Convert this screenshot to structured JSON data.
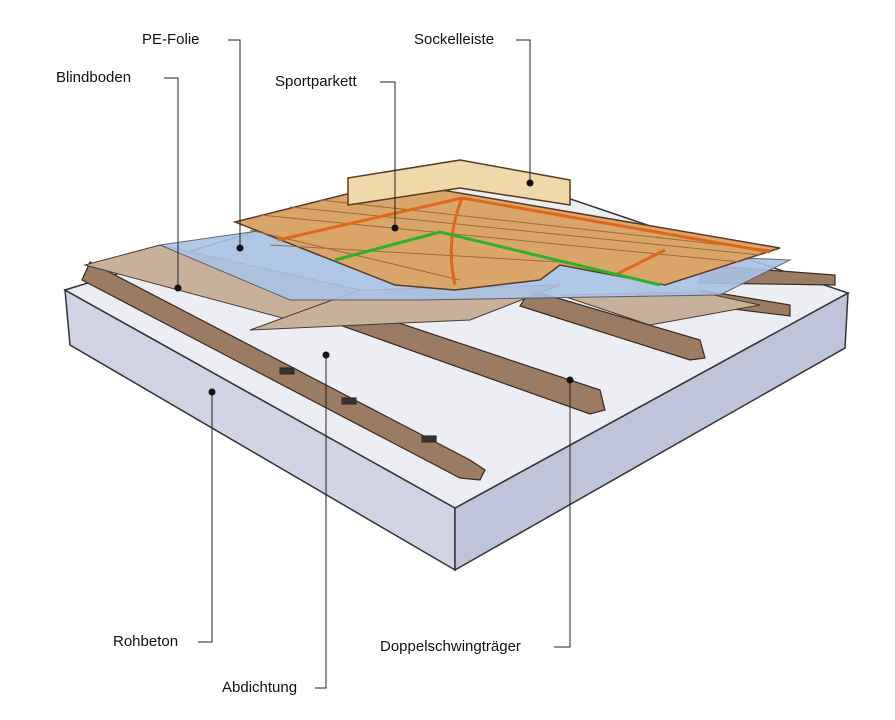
{
  "labels": {
    "pe_folie": "PE-Folie",
    "sockelleiste": "Sockelleiste",
    "blindboden": "Blindboden",
    "sportparkett": "Sportparkett",
    "rohbeton": "Rohbeton",
    "abdichtung": "Abdichtung",
    "doppelschwingtraeger": "Doppelschwingträger"
  },
  "colors": {
    "concrete": "#e6e8f0",
    "concrete_side": "#c9cde0",
    "wood": "#d9a56a",
    "wood_dark": "#8a6a52",
    "pe_film": "#a9c3e6",
    "line_orange": "#e0661c",
    "line_green": "#2fb02a",
    "skirting": "#f0d9a8"
  }
}
